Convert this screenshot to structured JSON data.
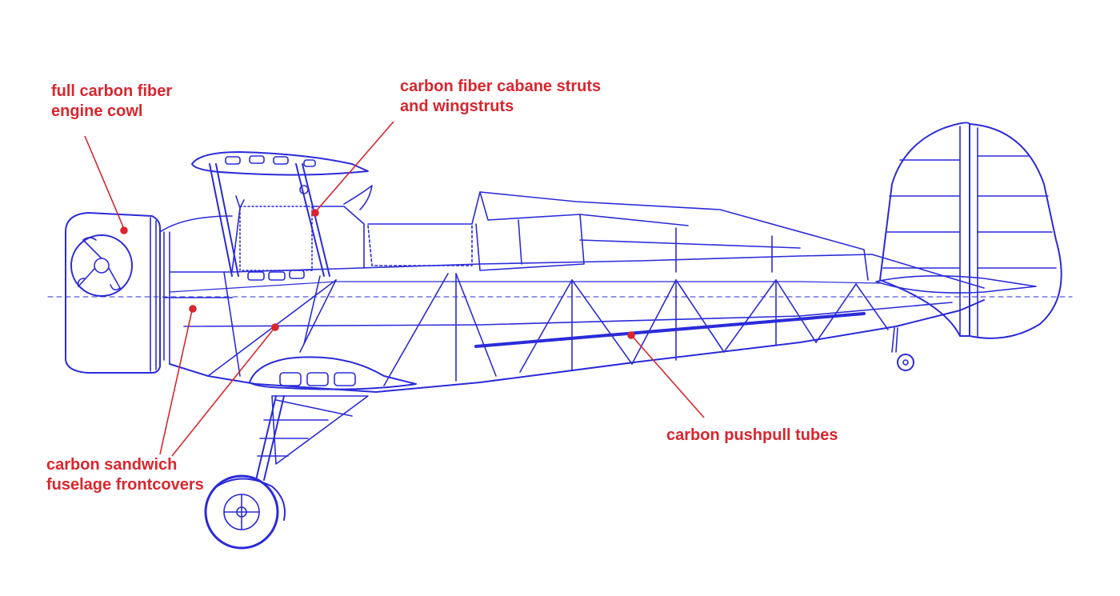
{
  "annotations": {
    "cowl": {
      "lines": [
        "full carbon fiber",
        "engine cowl"
      ]
    },
    "cabane": {
      "lines": [
        "carbon fiber cabane struts",
        "and wingstruts"
      ]
    },
    "pushpull": {
      "lines": [
        "carbon pushpull tubes"
      ]
    },
    "covers": {
      "lines": [
        "carbon sandwich",
        "fuselage frontcovers"
      ]
    }
  },
  "colors": {
    "blueprint": "#2b2bd9",
    "annotation": "#d9262e",
    "background": "#ffffff"
  }
}
